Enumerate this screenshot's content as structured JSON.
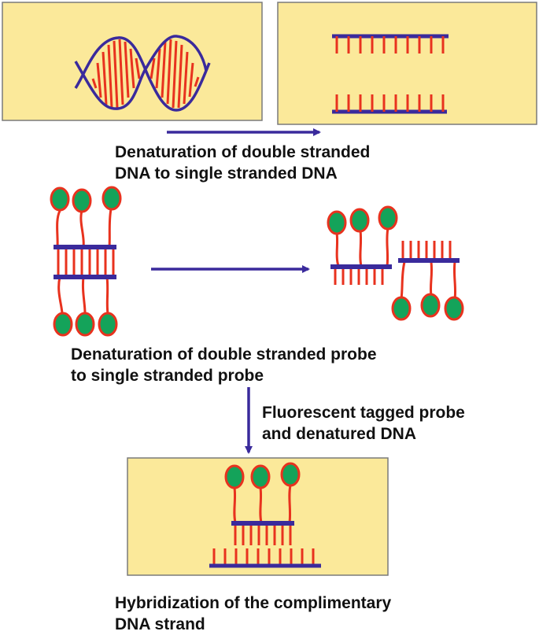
{
  "colors": {
    "panel_fill": "#fbe99a",
    "panel_border": "#7a7a7a",
    "strand": "#3a2a9c",
    "base_pair": "#e8321e",
    "fluorescent_tag": "#14a35a",
    "arrow": "#3a2a9c"
  },
  "steps": {
    "denature_dna": {
      "line1": "Denaturation of double stranded",
      "line2": "DNA to single stranded DNA"
    },
    "denature_probe": {
      "line1": "Denaturation of double stranded probe",
      "line2": "to single stranded probe"
    },
    "combine": {
      "line1": "Fluorescent tagged probe",
      "line2": "and denatured DNA"
    },
    "hybridize": {
      "line1": "Hybridization of the complimentary",
      "line2": "DNA strand"
    }
  }
}
